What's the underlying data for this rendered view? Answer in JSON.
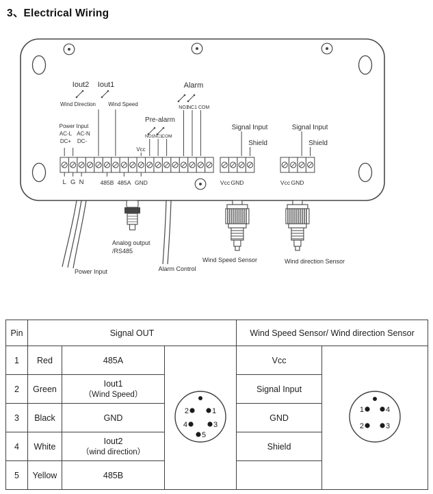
{
  "title": "3、Electrical Wiring",
  "colors": {
    "background": "#ffffff",
    "ink": "#2d2d2d",
    "line": "#474747"
  },
  "diagram": {
    "iout2": "Iout2",
    "iout1": "Iout1",
    "wind_direction": "Wind Direction",
    "wind_speed": "Wind Speed",
    "alarm": "Alarm",
    "alarm_no1": "NO1",
    "alarm_nc1": "NC1",
    "alarm_com": "COM",
    "pre_alarm": "Pre-alarm",
    "pre_no1": "NO1",
    "pre_nc1": "NC1",
    "pre_com": "COM",
    "power_input": "Power Input",
    "ac_l": "AC-L",
    "ac_n": "AC-N",
    "dc_p": "DC+",
    "dc_m": "DC-",
    "vcc": "Vcc",
    "sig_in_1": "Signal Input",
    "shield_1": "Shield",
    "sig_in_2": "Signal Input",
    "shield_2": "Shield",
    "l": "L",
    "g": "G",
    "n": "N",
    "b485": "485B",
    "a485": "485A",
    "gnd": "GND",
    "vcc_1": "Vcc",
    "gnd_1": "GND",
    "vcc_2": "Vcc",
    "gnd_2": "GND",
    "cable_power": "Power Input",
    "analog_output": "Analog output",
    "rs485": "/RS485",
    "alarm_control": "Alarm Control",
    "wind_speed_sensor": "Wind Speed Sensor",
    "wind_direction_sensor": "Wind direction Sensor"
  },
  "table": {
    "header_pin": "Pin",
    "header_signal_out": "Signal OUT",
    "header_sensor": "Wind Speed Sensor/ Wind direction Sensor",
    "rows": [
      {
        "pin": "1",
        "color": "Red",
        "signal": "485A",
        "signal_sub": "",
        "sensor": "Vcc"
      },
      {
        "pin": "2",
        "color": "Green",
        "signal": "Iout1",
        "signal_sub": "（Wind Speed）",
        "sensor": "Signal Input"
      },
      {
        "pin": "3",
        "color": "Black",
        "signal": "GND",
        "signal_sub": "",
        "sensor": "GND"
      },
      {
        "pin": "4",
        "color": "White",
        "signal": "Iout2",
        "signal_sub": "（wind direction）",
        "sensor": "Shield"
      },
      {
        "pin": "5",
        "color": "Yellow",
        "signal": "485B",
        "signal_sub": "",
        "sensor": ""
      }
    ],
    "connector_out": {
      "p1": "1",
      "p2": "2",
      "p3": "3",
      "p4": "4",
      "p5": "5"
    },
    "connector_sensor": {
      "p1": "1",
      "p2": "2",
      "p3": "3",
      "p4": "4"
    }
  }
}
